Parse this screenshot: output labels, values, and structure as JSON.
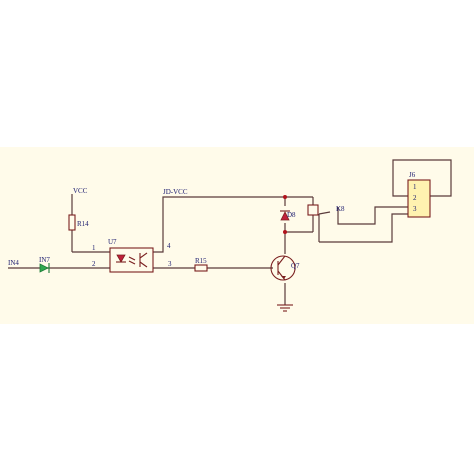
{
  "colors": {
    "background": "#ffffff",
    "sheet": "#fffbea",
    "wire": "#5a3b3b",
    "part": "#7a1f1f",
    "label": "#1a1a6e",
    "led": "#2fa84f",
    "diode": "#c0203a",
    "junction": "#b0131c",
    "connector_fill": "#fff2b0"
  },
  "labels": {
    "vcc": "VCC",
    "r14": "R14",
    "jd_vcc": "JD-VCC",
    "u7": "U7",
    "pin1": "1",
    "pin2": "2",
    "pin3": "3",
    "pin4": "4",
    "in4": "IN4",
    "in7": "IN7",
    "r15": "R15",
    "q7": "Q7",
    "d8": "D8",
    "k8": "K8",
    "j6": "J6",
    "j6_pin1": "1",
    "j6_pin2": "2",
    "j6_pin3": "3"
  }
}
